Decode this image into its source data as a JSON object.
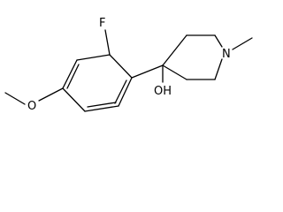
{
  "molecule": {
    "atom_labels": {
      "fluorine": "F",
      "oxygen_methoxy": "O",
      "nitrogen": "N",
      "hydroxyl": "OH"
    },
    "colors": {
      "bond": "#000000",
      "text": "#000000",
      "background": "#ffffff"
    }
  }
}
